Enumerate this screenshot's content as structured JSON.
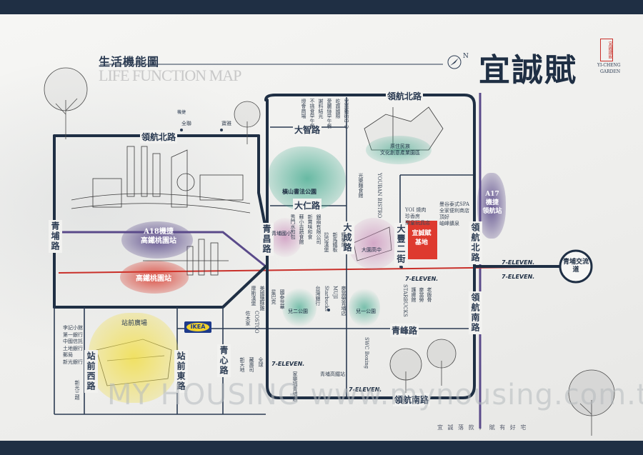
{
  "header": {
    "title_zh": "生活機能圖",
    "title_en": "LIFE FUNCTION MAP",
    "north": "N"
  },
  "brand": {
    "name": "宜誠賦",
    "seal": "宜誠建設",
    "sub1": "YI-CHENG",
    "sub2": "GARDEN",
    "slogan": "宜 誠 落 款 ， 賦 有 好 宅"
  },
  "roads": {
    "linghang_north_top": "領航北路",
    "linghang_north_left": "領航北路",
    "linghang_north_v": "領航北路",
    "linghang_south_v": "領航南路",
    "linghang_south_bottom": "領航南路",
    "dazhi": "大智路",
    "daren": "大仁路",
    "dacheng": "大成路",
    "dafeng": "大豐二街",
    "qingpu": "青埔路",
    "qingchang": "青昌路",
    "qingfeng": "青峰路",
    "qingxin": "青心路",
    "zhanqian_west": "站前西路",
    "zhanqian_east": "站前東路",
    "interchange": "青埔交流道"
  },
  "landmarks": {
    "a17_title": "A17",
    "a17_sub1": "機捷",
    "a17_sub2": "領航站",
    "a18_title": "A18機捷",
    "a18_sub": "高鐵桃園站",
    "hsr": "高鐵桃園站",
    "shopping": "站前廣場",
    "ikea": "IKEA",
    "hengshan": "橫山書法公園",
    "aboriginal_line1": "原住民族",
    "aboriginal_line2": "文化創意產業園區",
    "qingpu_elem": "青埔國小",
    "daxi_high": "大園高中",
    "park1": "兒一公園",
    "park2": "兒二公園",
    "site_line1": "宜誠賦",
    "site_line2": "基地",
    "mrt_icon": "機捷"
  },
  "seven_eleven": "7-ELEVEN.",
  "pois": {
    "left_top_1": "全聯",
    "left_top_2": "寶雅",
    "col_dazhi": [
      "燈會商場",
      "不挑食早午餐",
      "謝料結光",
      "愛麗絲早午餐",
      "屹霖國際",
      "兒童藝術中心"
    ],
    "yu_shop": [
      "光樂麵食館"
    ],
    "nisun": [
      "YOUBAN BISTRO"
    ],
    "right_list": [
      "YOI 燒肉",
      "珍香房",
      "樂皇玩具店"
    ],
    "right_list2": [
      "曼谷泰式SPA",
      "全家便利商店",
      "頂好",
      "岫峰鑛泉"
    ],
    "mid_col1": [
      "秀門水煎包",
      "蘇小吉蔬食館",
      "新賞味和食",
      "銀兩有限公司",
      "吾居大園店",
      "幸福樂園"
    ],
    "mid_col2": [
      "拉亞漢堡",
      "新馬鐵板",
      "鐵板燒",
      "三顧茅廬",
      "果糖坊"
    ],
    "qingxin_col": [
      "摩斯漢堡",
      "美國鹽酥雞",
      "清遠漢堡",
      "蘭心美麗館"
    ],
    "dacheng_col": [
      "台灣銀行",
      "Starbucks",
      "MUJI",
      "麥當勞青埔店"
    ],
    "starbucks": [
      "STARBUCKS"
    ],
    "misc_right": [
      "護膚館",
      "麥當勞",
      "老飯骨"
    ],
    "station_west": [
      "李記小館",
      "第一銀行",
      "中國信託",
      "土地銀行",
      "郵局",
      "新光銀行",
      "新光三越"
    ],
    "swc": [
      "SWC Boxing"
    ],
    "bottom_mid": [
      "青埔高鐵站"
    ],
    "bottom_left": [
      "新天地",
      "藏壽司",
      "全球"
    ],
    "bottom_center": [
      "家樂福青埔店"
    ],
    "qingchang_misc": [
      "星巴克",
      "國泰世華"
    ],
    "near_hsr": [
      "佐木家",
      "COSTCO"
    ]
  },
  "watermark": "MY HOUSING  www.mynousing.com.tw",
  "colors": {
    "navy": "#1f2f44",
    "purple": "#5a4a8a",
    "teal": "#3aa78a",
    "red": "#d9382b",
    "yellow": "#f1de4b",
    "pink": "#c88ab8"
  }
}
